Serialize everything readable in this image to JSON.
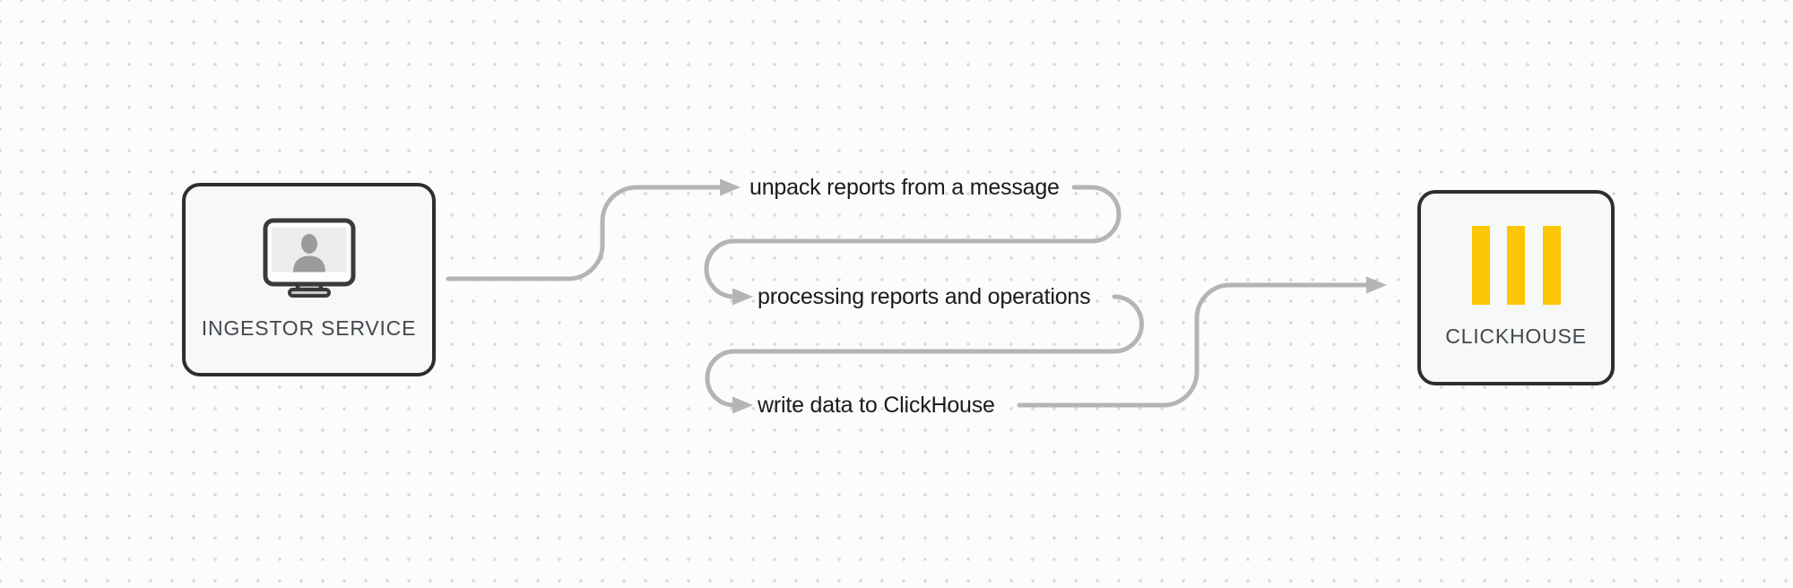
{
  "diagram": {
    "nodes": {
      "ingestor": {
        "label": "INGESTOR SERVICE",
        "icon": "monitor-user-icon"
      },
      "clickhouse": {
        "label": "CLICKHOUSE",
        "icon": "clickhouse-logo-icon"
      }
    },
    "steps": [
      {
        "label": "unpack reports from a message"
      },
      {
        "label": "processing reports and operations"
      },
      {
        "label": "write data to ClickHouse"
      }
    ]
  },
  "colors": {
    "accent-yellow": "#fdc605",
    "line-gray": "#b4b4b4",
    "node-border": "#2e2e2e",
    "node-fill": "#f7f8f8",
    "label-dark": "#43474d",
    "step-text": "#1b1b1b",
    "dot-grid": "#d8d8d8",
    "canvas-bg": "#fcfcfc"
  }
}
